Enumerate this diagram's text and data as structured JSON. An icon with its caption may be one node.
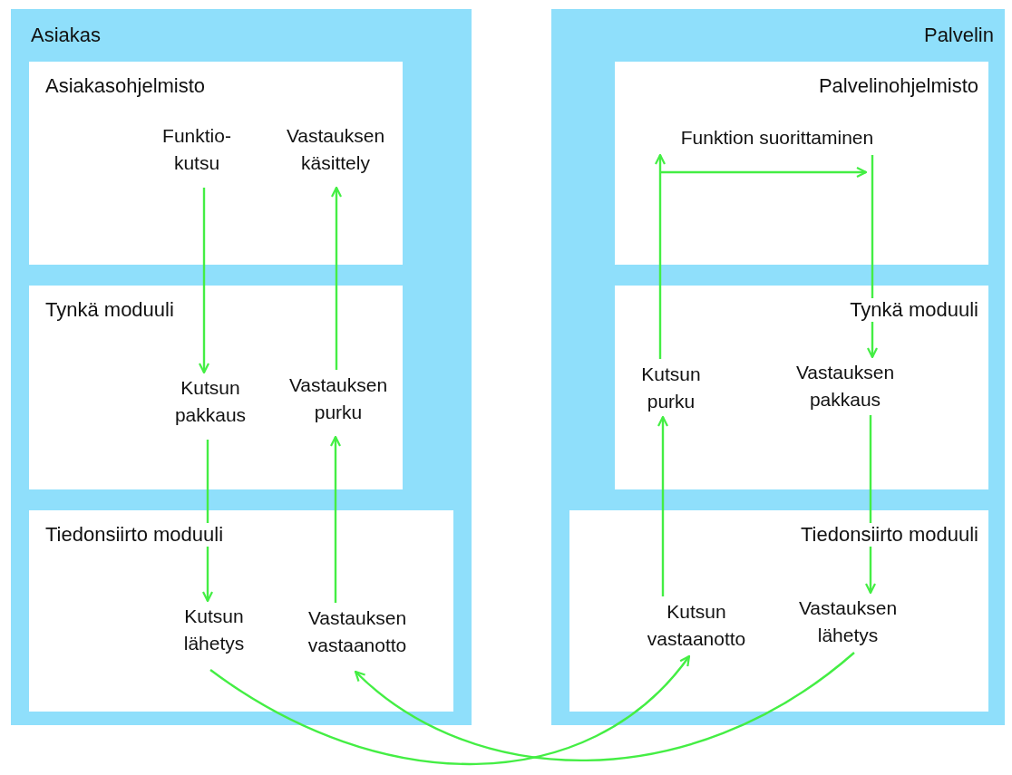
{
  "diagram": {
    "nodes": [
      {
        "text": [
          "Asiakas"
        ]
      },
      {
        "text": [
          "Asiakasohjelmisto"
        ],
        "in": 0
      },
      {
        "text": [
          "Funktio- kutsu"
        ],
        "in": 1
      },
      {
        "text": [
          "Vastauksen käsittely"
        ],
        "in": 1
      },
      {
        "text": [
          "Tynkä moduuli"
        ],
        "in": 0
      },
      {
        "text": [
          "Kutsun pakkaus"
        ],
        "in": 4
      },
      {
        "text": [
          "Vastauksen purku"
        ],
        "in": 4
      },
      {
        "text": [
          "Tiedonsiirto moduuli"
        ],
        "in": 0
      },
      {
        "text": [
          "Kutsun lähetys"
        ],
        "in": 7
      },
      {
        "text": [
          "Vastauksen vastaanotto"
        ],
        "in": 7
      },
      {
        "text": [
          "Palvelin"
        ]
      },
      {
        "text": [
          "Palvelinohjelmisto"
        ],
        "in": 10
      },
      {
        "text": [
          "Funktion suorittaminen"
        ],
        "in": 11
      },
      {
        "text": [
          "Tynkä moduuli"
        ],
        "in": 10
      },
      {
        "text": [
          "Kutsun purku"
        ],
        "in": 13
      },
      {
        "text": [
          "Vastauksen pakkaus"
        ],
        "in": 13
      },
      {
        "text": [
          "Tiedonsiirto moduuli"
        ],
        "in": 10
      },
      {
        "text": [
          "Kutsun vastaanotto"
        ],
        "in": 16
      },
      {
        "text": [
          "Vastauksen lähetys"
        ],
        "in": 16
      }
    ],
    "edges": [
      {
        "from": 2,
        "to": 5,
        "arrow": "to"
      },
      {
        "from": 5,
        "to": 8,
        "arrow": "to"
      },
      {
        "from": 8,
        "to": 17,
        "arrow": "to"
      },
      {
        "from": 17,
        "to": 14,
        "arrow": "to"
      },
      {
        "from": 14,
        "to": 12,
        "arrow": "to"
      },
      {
        "from": 12,
        "to": 15,
        "arrow": "to"
      },
      {
        "from": 15,
        "to": 18,
        "arrow": "to"
      },
      {
        "from": 18,
        "to": 9,
        "arrow": "to"
      },
      {
        "from": 9,
        "to": 6,
        "arrow": "to"
      },
      {
        "from": 6,
        "to": 3,
        "arrow": "to"
      }
    ]
  }
}
